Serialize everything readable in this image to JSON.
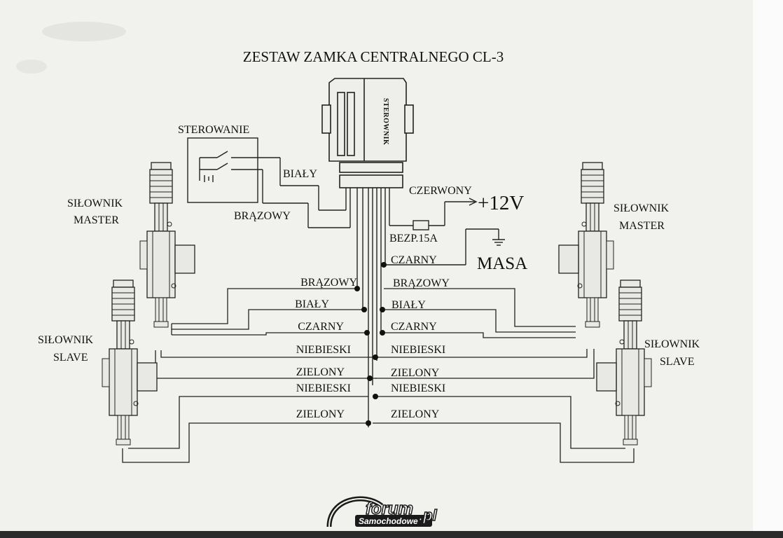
{
  "title": "ZESTAW ZAMKA CENTRALNEGO CL-3",
  "controller": {
    "label": "STEROWNIK"
  },
  "switch_box": {
    "label": "STEROWANIE"
  },
  "switch_wires": {
    "white": "BIAŁY",
    "brown": "BRĄZOWY"
  },
  "power": {
    "red_wire": "CZERWONY",
    "voltage": "+12V",
    "fuse": "BEZP.15A",
    "black_wire": "CZARNY",
    "ground": "MASA"
  },
  "actuators": {
    "left_master": [
      "SIŁOWNIK",
      "MASTER"
    ],
    "left_slave": [
      "SIŁOWNIK",
      "SLAVE"
    ],
    "right_master": [
      "SIŁOWNIK",
      "MASTER"
    ],
    "right_slave": [
      "SIŁOWNIK",
      "SLAVE"
    ]
  },
  "bus_wires": {
    "left": [
      "BRĄZOWY",
      "BIAŁY",
      "CZARNY",
      "NIEBIESKI",
      "ZIELONY",
      "NIEBIESKI",
      "ZIELONY"
    ],
    "right": [
      "BRĄZOWY",
      "BIAŁY",
      "CZARNY",
      "NIEBIESKI",
      "ZIELONY",
      "NIEBIESKI",
      "ZIELONY"
    ]
  },
  "watermark": {
    "brand": "forum",
    "tld": ".pl",
    "sub": "Samochodowe"
  }
}
